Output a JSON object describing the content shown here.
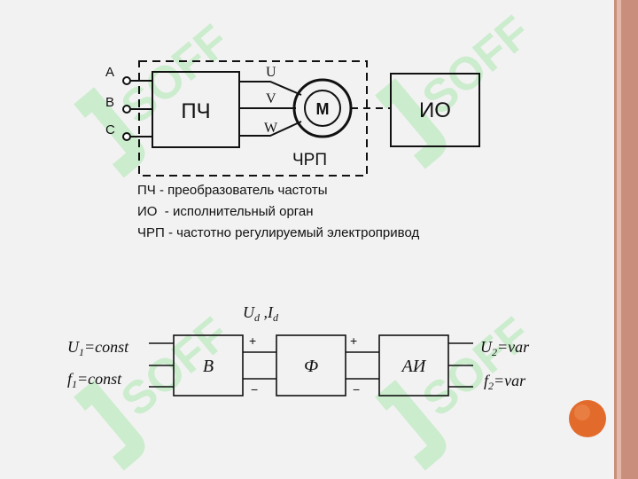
{
  "top_diagram": {
    "phase_a": "A",
    "phase_b": "B",
    "phase_c": "C",
    "converter_block": "ПЧ",
    "motor_phase_u": "U",
    "motor_phase_v": "V",
    "motor_phase_w": "W",
    "motor": "М",
    "executive_block": "ИО",
    "drive_label": "ЧРП"
  },
  "legend": [
    {
      "abbr": "ПЧ",
      "text": " - преобразователь частоты"
    },
    {
      "abbr": "ИО",
      "text": "  - исполнительный орган"
    },
    {
      "abbr": "ЧРП",
      "text": " - частотно регулируемый электропривод"
    }
  ],
  "bottom_diagram": {
    "input_voltage": {
      "base": "U",
      "sub": "1",
      "rest": "=const"
    },
    "input_frequency": {
      "base": "f",
      "sub": "1",
      "rest": "=const"
    },
    "dc_link": {
      "u": "U",
      "u_sub": "d",
      "sep": " ,",
      "i": "I",
      "i_sub": "d"
    },
    "rectifier": "В",
    "filter": "Ф",
    "inverter": "АИ",
    "plus_sign": "+",
    "minus_sign": "−",
    "output_voltage": {
      "base": "U",
      "sub": "2",
      "rest": "=var"
    },
    "output_frequency": {
      "base": "f",
      "sub": "2",
      "rest": "=var"
    }
  },
  "colors": {
    "background": "#f2f2f2",
    "frame": "#c98f7c",
    "watermark": "#c4ebc7",
    "orange_dot": "#e26b2c",
    "ink": "#111111"
  },
  "icons": [
    "watermark-soff-logo",
    "orange-circle-decoration"
  ]
}
